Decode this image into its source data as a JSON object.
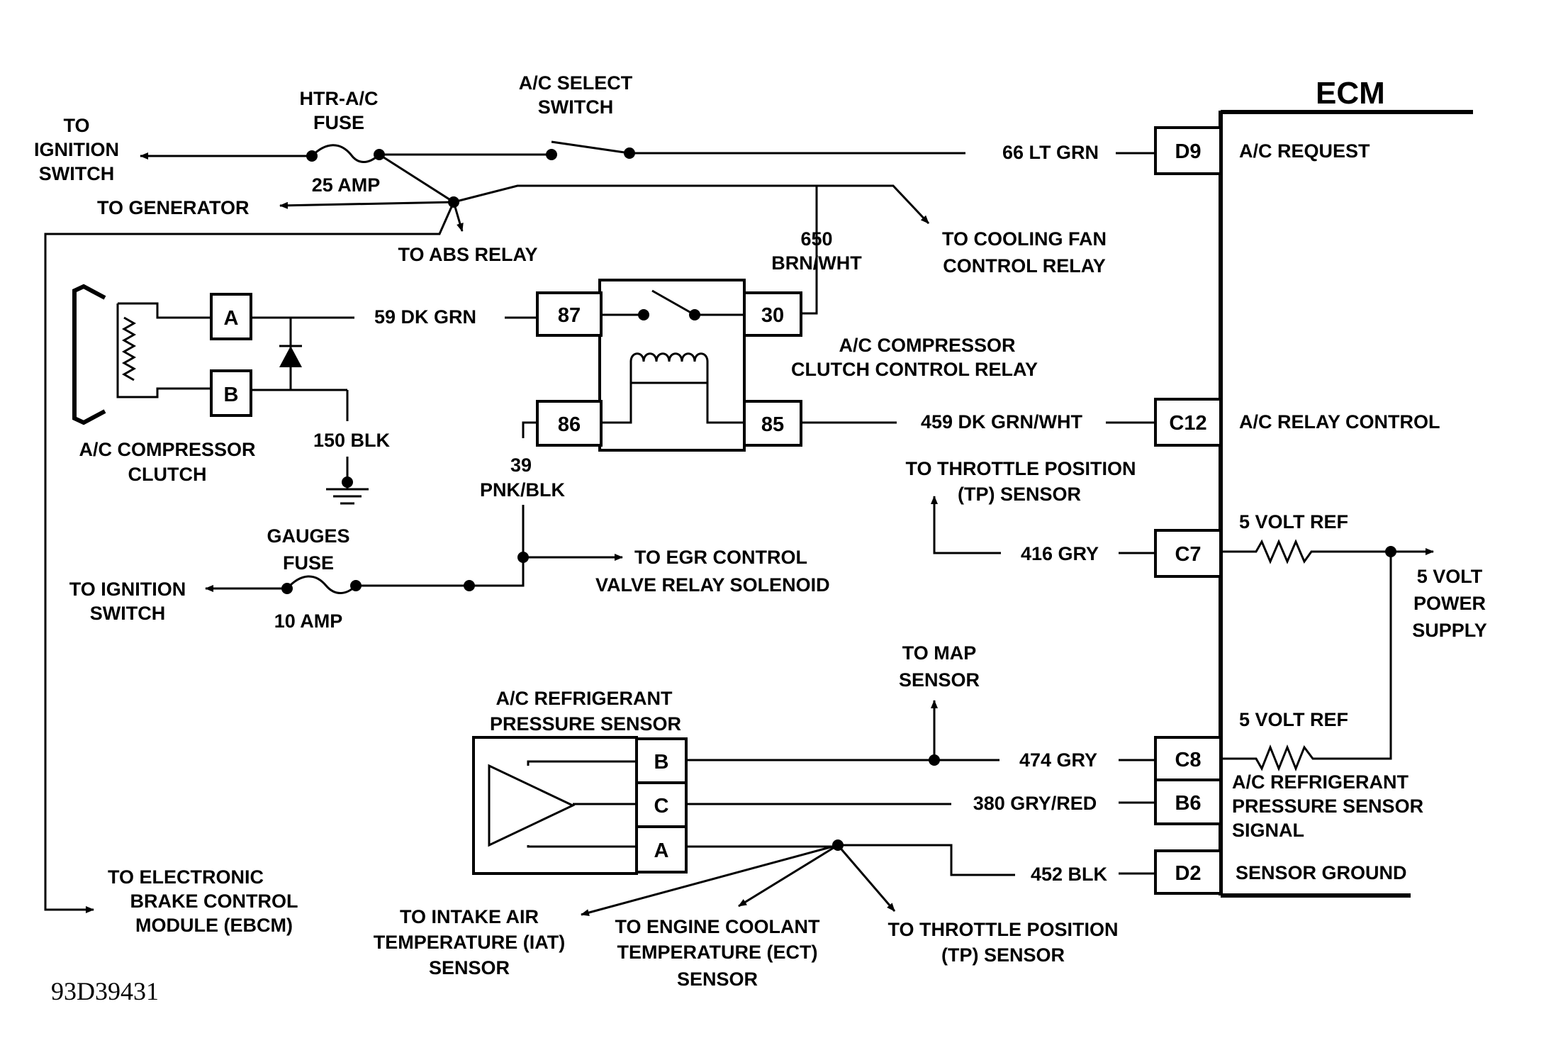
{
  "ecm": {
    "title": "ECM",
    "pins": {
      "d9": {
        "id": "D9",
        "function": "A/C REQUEST",
        "wire": "66 LT GRN"
      },
      "c12": {
        "id": "C12",
        "function": "A/C RELAY CONTROL",
        "wire": "459 DK GRN/WHT"
      },
      "c7": {
        "id": "C7",
        "function": "5 VOLT REF",
        "wire": "416 GRY"
      },
      "c8": {
        "id": "C8",
        "function": "5 VOLT REF",
        "wire": "474 GRY"
      },
      "b6": {
        "id": "B6",
        "function_lines": [
          "A/C REFRIGERANT",
          "PRESSURE SENSOR",
          "SIGNAL"
        ],
        "wire": "380 GRY/RED"
      },
      "d2": {
        "id": "D2",
        "function": "SENSOR GROUND",
        "wire": "452 BLK"
      }
    },
    "power_supply_lines": [
      "5 VOLT",
      "POWER",
      "SUPPLY"
    ]
  },
  "fuses": {
    "htr": {
      "name_lines": [
        "HTR-A/C",
        "FUSE"
      ],
      "rating": "25 AMP"
    },
    "gauges": {
      "name_lines": [
        "GAUGES",
        "FUSE"
      ],
      "rating": "10 AMP"
    }
  },
  "switch": {
    "name_lines": [
      "A/C SELECT",
      "SWITCH"
    ]
  },
  "destinations": {
    "ignition_top": [
      "TO",
      "IGNITION",
      "SWITCH"
    ],
    "generator": "TO GENERATOR",
    "abs_relay": "TO ABS RELAY",
    "cooling_fan": [
      "TO  COOLING FAN",
      "CONTROL RELAY"
    ],
    "ignition_bottom": [
      "TO IGNITION",
      "SWITCH"
    ],
    "egr": [
      "TO EGR CONTROL",
      "VALVE RELAY SOLENOID"
    ],
    "tp_upper": [
      "TO THROTTLE POSITION",
      "(TP) SENSOR"
    ],
    "map": [
      "TO MAP",
      "SENSOR"
    ],
    "ebcm": [
      "TO ELECTRONIC",
      "BRAKE CONTROL",
      "MODULE (EBCM)"
    ],
    "iat": [
      "TO INTAKE AIR",
      "TEMPERATURE (IAT)",
      "SENSOR"
    ],
    "ect": [
      "TO ENGINE COOLANT",
      "TEMPERATURE (ECT)",
      "SENSOR"
    ],
    "tp_lower": [
      "TO THROTTLE POSITION",
      "(TP) SENSOR"
    ]
  },
  "relay": {
    "name_lines": [
      "A/C COMPRESSOR",
      "CLUTCH CONTROL RELAY"
    ],
    "pins": [
      "87",
      "30",
      "86",
      "85"
    ],
    "wires": {
      "to_clutch": "59 DK GRN",
      "feed": [
        "650",
        "BRN/WHT"
      ],
      "ign": [
        "39",
        "PNK/BLK"
      ]
    }
  },
  "clutch": {
    "name_lines": [
      "A/C COMPRESSOR",
      "CLUTCH"
    ],
    "pins": [
      "A",
      "B"
    ],
    "ground_wire": "150 BLK"
  },
  "pressure_sensor": {
    "name_lines": [
      "A/C REFRIGERANT",
      "PRESSURE SENSOR"
    ],
    "pins": [
      "B",
      "C",
      "A"
    ]
  },
  "figure_code": "93D39431"
}
